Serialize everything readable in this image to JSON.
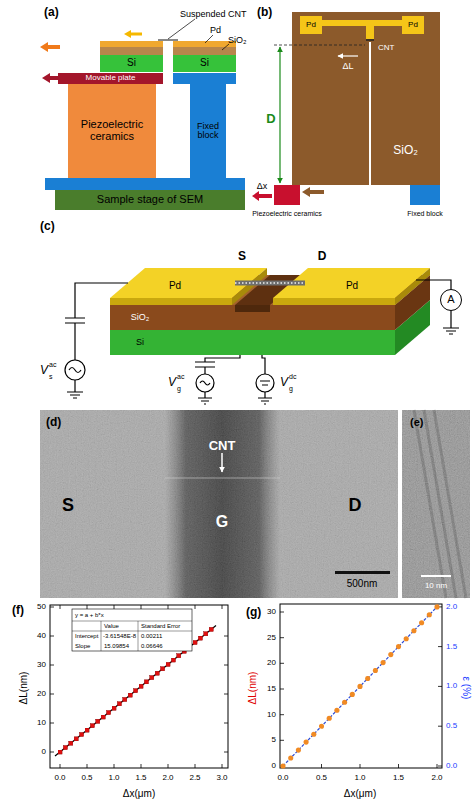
{
  "diagram": {
    "nodes": [
      {
        "text": [
          "Si"
        ]
      },
      {
        "text": [
          "Si"
        ]
      },
      {
        "text": [
          "Movable plate"
        ]
      },
      {
        "text": [
          "Piezoelectric ceramics"
        ]
      },
      {
        "text": [
          "Fixed block"
        ]
      },
      {
        "text": [
          "Sample stage of SEM"
        ]
      },
      {
        "text": [
          "SiO₂"
        ]
      },
      {
        "text": [
          "Pd"
        ],
        "in": 6
      },
      {
        "text": [
          "Pd"
        ],
        "in": 6
      },
      {
        "text": [
          "A"
        ]
      }
    ],
    "labels": [
      "(a)",
      "Suspended CNT",
      "Pd",
      "SiO₂",
      "(b)",
      "CNT",
      "ΔL",
      "D",
      "Δx",
      "Piezoelectric ceramics",
      "Fixed block",
      "(c)",
      "S",
      "D",
      "Pd",
      "Pd",
      "SiO₂",
      "Si",
      "V",
      "ac",
      "s",
      "V",
      "ac",
      "g",
      "V",
      "dc",
      "g",
      "(d)",
      "S",
      "CNT",
      "G",
      "D",
      "500nm",
      "(e)",
      "10 nm",
      "(f)",
      "ΔL(nm)",
      "Δx(μm)",
      "0",
      "10",
      "20",
      "30",
      "40",
      "50",
      "0.0",
      "0.5",
      "1.0",
      "1.5",
      "2.0",
      "2.5",
      "3.0",
      "y = a + b*x",
      "Value",
      "Standard Error",
      "Intercept",
      "-3.61548E-8",
      "0.00211",
      "Slope",
      "15.09854",
      "0.06646",
      "(g)",
      "ΔL(nm)",
      "ε (%)",
      "Δx(μm)",
      "0",
      "5",
      "10",
      "15",
      "20",
      "25",
      "30",
      "0.0",
      "0.5",
      "1.0",
      "1.5",
      "2.0",
      "0.0",
      "0.5",
      "1.0",
      "1.5",
      "2.0"
    ]
  }
}
